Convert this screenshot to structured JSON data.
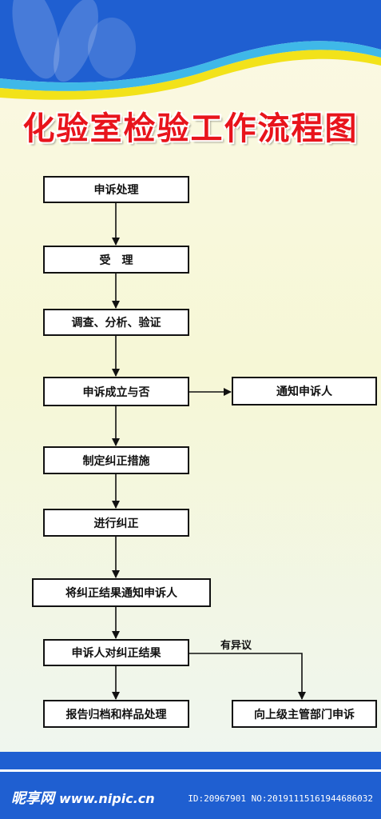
{
  "title": "化验室检验工作流程图",
  "nodes": {
    "appeal": "申诉处理",
    "accept": "受　理",
    "investigate": "调查、分析、验证",
    "established": "申诉成立与否",
    "notify": "通知申诉人",
    "measures": "制定纠正措施",
    "correct": "进行纠正",
    "notify_result": "将纠正结果通知申诉人",
    "response": "申诉人对纠正结果",
    "archive": "报告归档和样品处理",
    "escalate": "向上级主管部门申诉"
  },
  "edge_labels": {
    "objection": "有异议"
  },
  "footer": {
    "brand": "昵享网",
    "site": "www.nipic.cn",
    "image_id": "ID:20967901 NO:20191115161944686032"
  },
  "colors": {
    "title": "#e8141c",
    "header_blue": "#1f5fd1",
    "wave_yellow": "#f2e21a",
    "wave_cyan": "#3fb8e8"
  }
}
